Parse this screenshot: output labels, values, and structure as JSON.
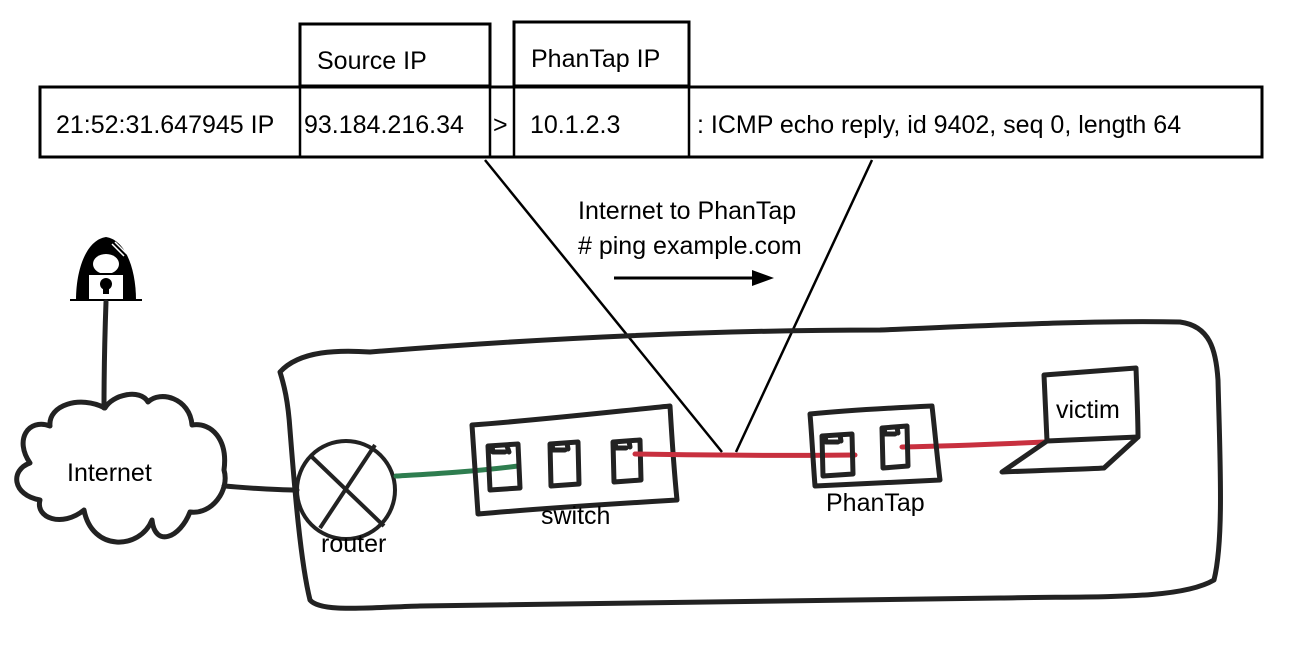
{
  "packet": {
    "header_source": "Source IP",
    "header_phantap": "PhanTap IP",
    "timestamp": "21:52:31.647945 IP",
    "source_ip": "93.184.216.34",
    "direction": ">",
    "dest_ip": "10.1.2.3",
    "payload": ": ICMP echo reply, id 9402, seq 0, length 64"
  },
  "annotation": {
    "line1": "Internet to PhanTap",
    "line2": "# ping example.com",
    "arrow_icon": "right-arrow-icon"
  },
  "nodes": {
    "attacker_icon": "hacker-icon",
    "internet": "Internet",
    "router": "router",
    "switch": "switch",
    "phantap": "PhanTap",
    "victim": "victim"
  },
  "colors": {
    "uplink_cable": "#2e7d4f",
    "tapped_cable": "#c8303f",
    "outline": "#222222"
  }
}
